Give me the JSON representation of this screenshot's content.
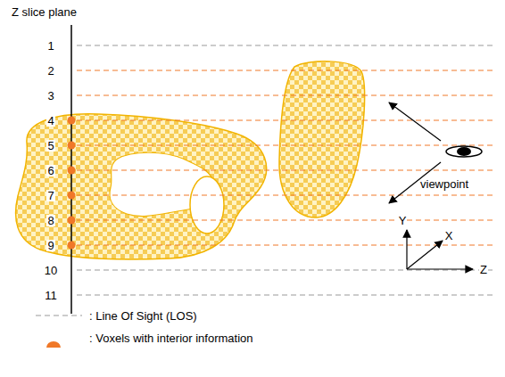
{
  "diagram": {
    "labels": [
      "Z slice plane",
      "1",
      "2",
      "3",
      "4",
      "5",
      "6",
      "7",
      "8",
      "9",
      "10",
      "11",
      "viewpoint",
      "Y",
      "X",
      "Z"
    ],
    "legend": [
      {
        "text": ": Line Of Sight (LOS)"
      },
      {
        "text": ": Voxels with interior information"
      }
    ]
  }
}
